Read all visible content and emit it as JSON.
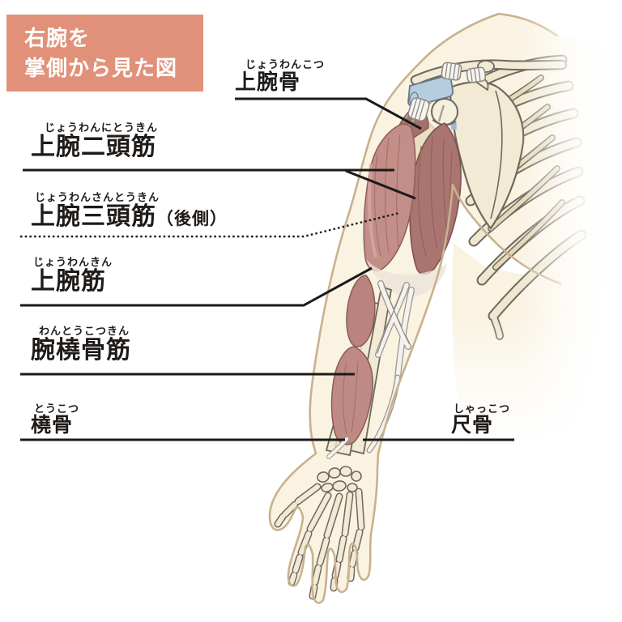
{
  "diagram": {
    "title": {
      "line1": "右腕を",
      "line2": "掌側から見た図"
    },
    "labels": {
      "humerus": {
        "furigana": "じょうわんこつ",
        "text": "上腕骨"
      },
      "biceps": {
        "furigana": "じょうわんにとうきん",
        "text": "上腕二頭筋"
      },
      "triceps": {
        "furigana": "じょうわんさんとうきん",
        "text": "上腕三頭筋",
        "suffix": "（後側）"
      },
      "brachialis": {
        "furigana": "じょうわんきん",
        "text": "上腕筋"
      },
      "brachioradialis": {
        "furigana": "わんとうこつきん",
        "text": "腕橈骨筋"
      },
      "radius": {
        "furigana": "とうこつ",
        "text": "橈骨"
      },
      "ulna": {
        "furigana": "しゃっこつ",
        "text": "尺骨"
      }
    },
    "colors": {
      "title_bg": "#e19179",
      "title_text": "#ffffff",
      "label_text": "#1f1b18",
      "leader_line": "#1a1a1a",
      "skin": "#faf3e2",
      "skin_outline": "#c9b18e",
      "bone": "#f2ead4",
      "bone_outline": "#6e685e",
      "muscle_light": "#c38e88",
      "muscle_dark": "#aa7470",
      "muscle_edge": "#8a5a55",
      "tendon_white": "#f4f2ef",
      "cartilage_blue": "#b5cdde"
    }
  }
}
